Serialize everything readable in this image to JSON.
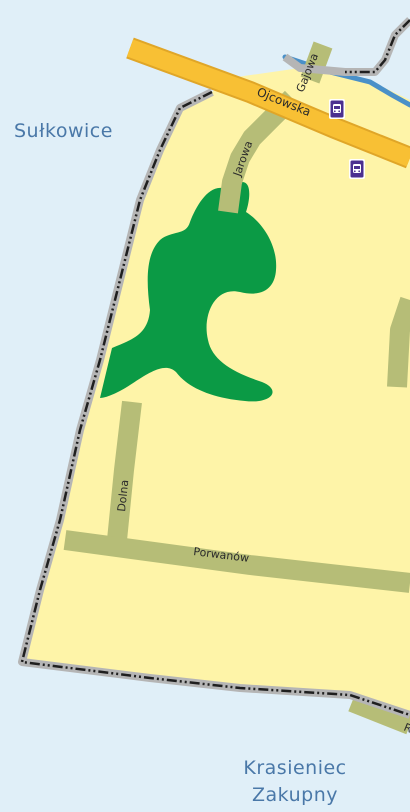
{
  "colors": {
    "outside": "#e0eff8",
    "village_area": "#fef4a8",
    "forest": "#0b9a45",
    "local_road": "#b6bd77",
    "main_road": "#f8c034",
    "boundary_casing": "#b5b5b5",
    "boundary_line": "#1f1f1f",
    "river": "#4a90c8",
    "bus_stop": "#4b2f8f"
  },
  "places": {
    "west": "Sułkowice",
    "south_line1": "Krasieniec",
    "south_line2": "Zakupny"
  },
  "streets": {
    "ojcowska": "Ojcowska",
    "gajowa": "Gajowa",
    "jarowa": "Jarowa",
    "dolna": "Dolna",
    "porwanow": "Porwanów",
    "cut_off_se": "R"
  },
  "icons": {
    "bus_stop": "bus-stop-icon"
  }
}
